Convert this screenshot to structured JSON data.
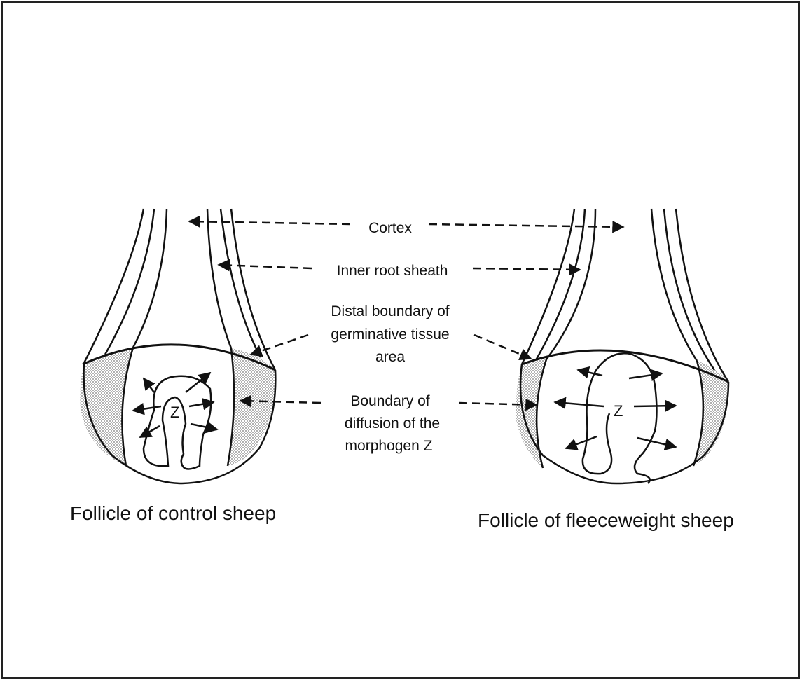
{
  "labels": {
    "cortex": "Cortex",
    "inner_root_sheath": "Inner root sheath",
    "distal_line1": "Distal boundary of",
    "distal_line2": "germinative tissue",
    "distal_line3": "area",
    "diffusion_line1": "Boundary of",
    "diffusion_line2": "diffusion of  the",
    "diffusion_line3": "morphogen Z"
  },
  "morphogen_symbol": "Z",
  "captions": {
    "control": "Follicle of control sheep",
    "fleeceweight": "Follicle of fleeceweight sheep"
  },
  "colors": {
    "line": "#111111",
    "shading": "#bdbdbd",
    "background": "#ffffff"
  }
}
